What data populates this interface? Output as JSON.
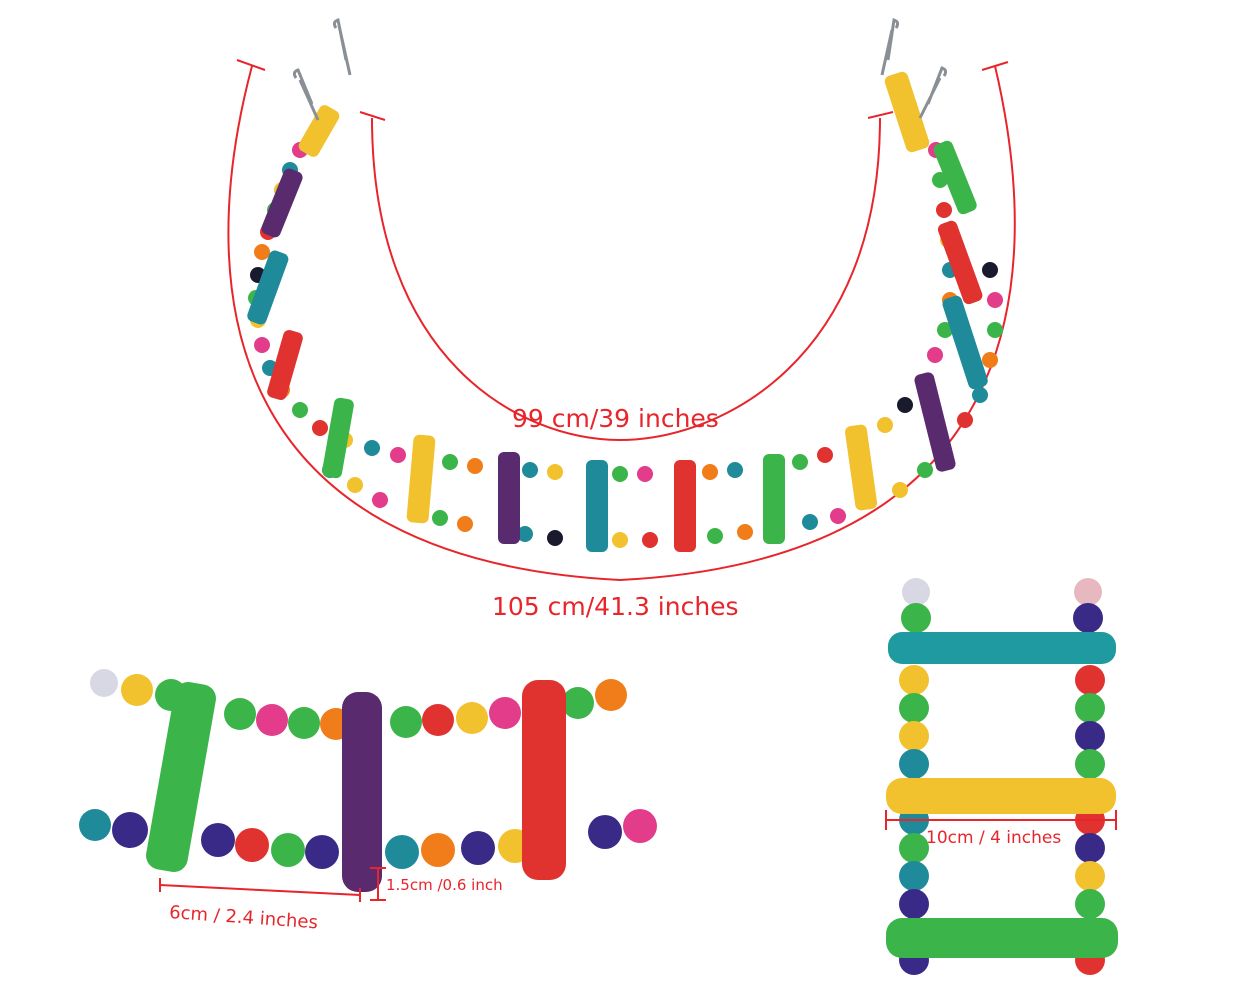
{
  "photo": {
    "description_colors": {
      "dimension_line": "#e8252b",
      "rung_green": "#3bb54a",
      "rung_purple": "#5a2a6e",
      "rung_red": "#e0322f",
      "rung_yellow": "#f2c12e",
      "rung_teal": "#1f8a9a",
      "bead_black": "#1a1a2e"
    }
  },
  "dimensions": {
    "inner_length": "99 cm/39 inches",
    "outer_length": "105 cm/41.3 inches",
    "rung_spacing": "6cm / 2.4 inches",
    "rung_diameter": "1.5cm /0.6 inch",
    "rung_width": "10cm / 4 inches"
  }
}
